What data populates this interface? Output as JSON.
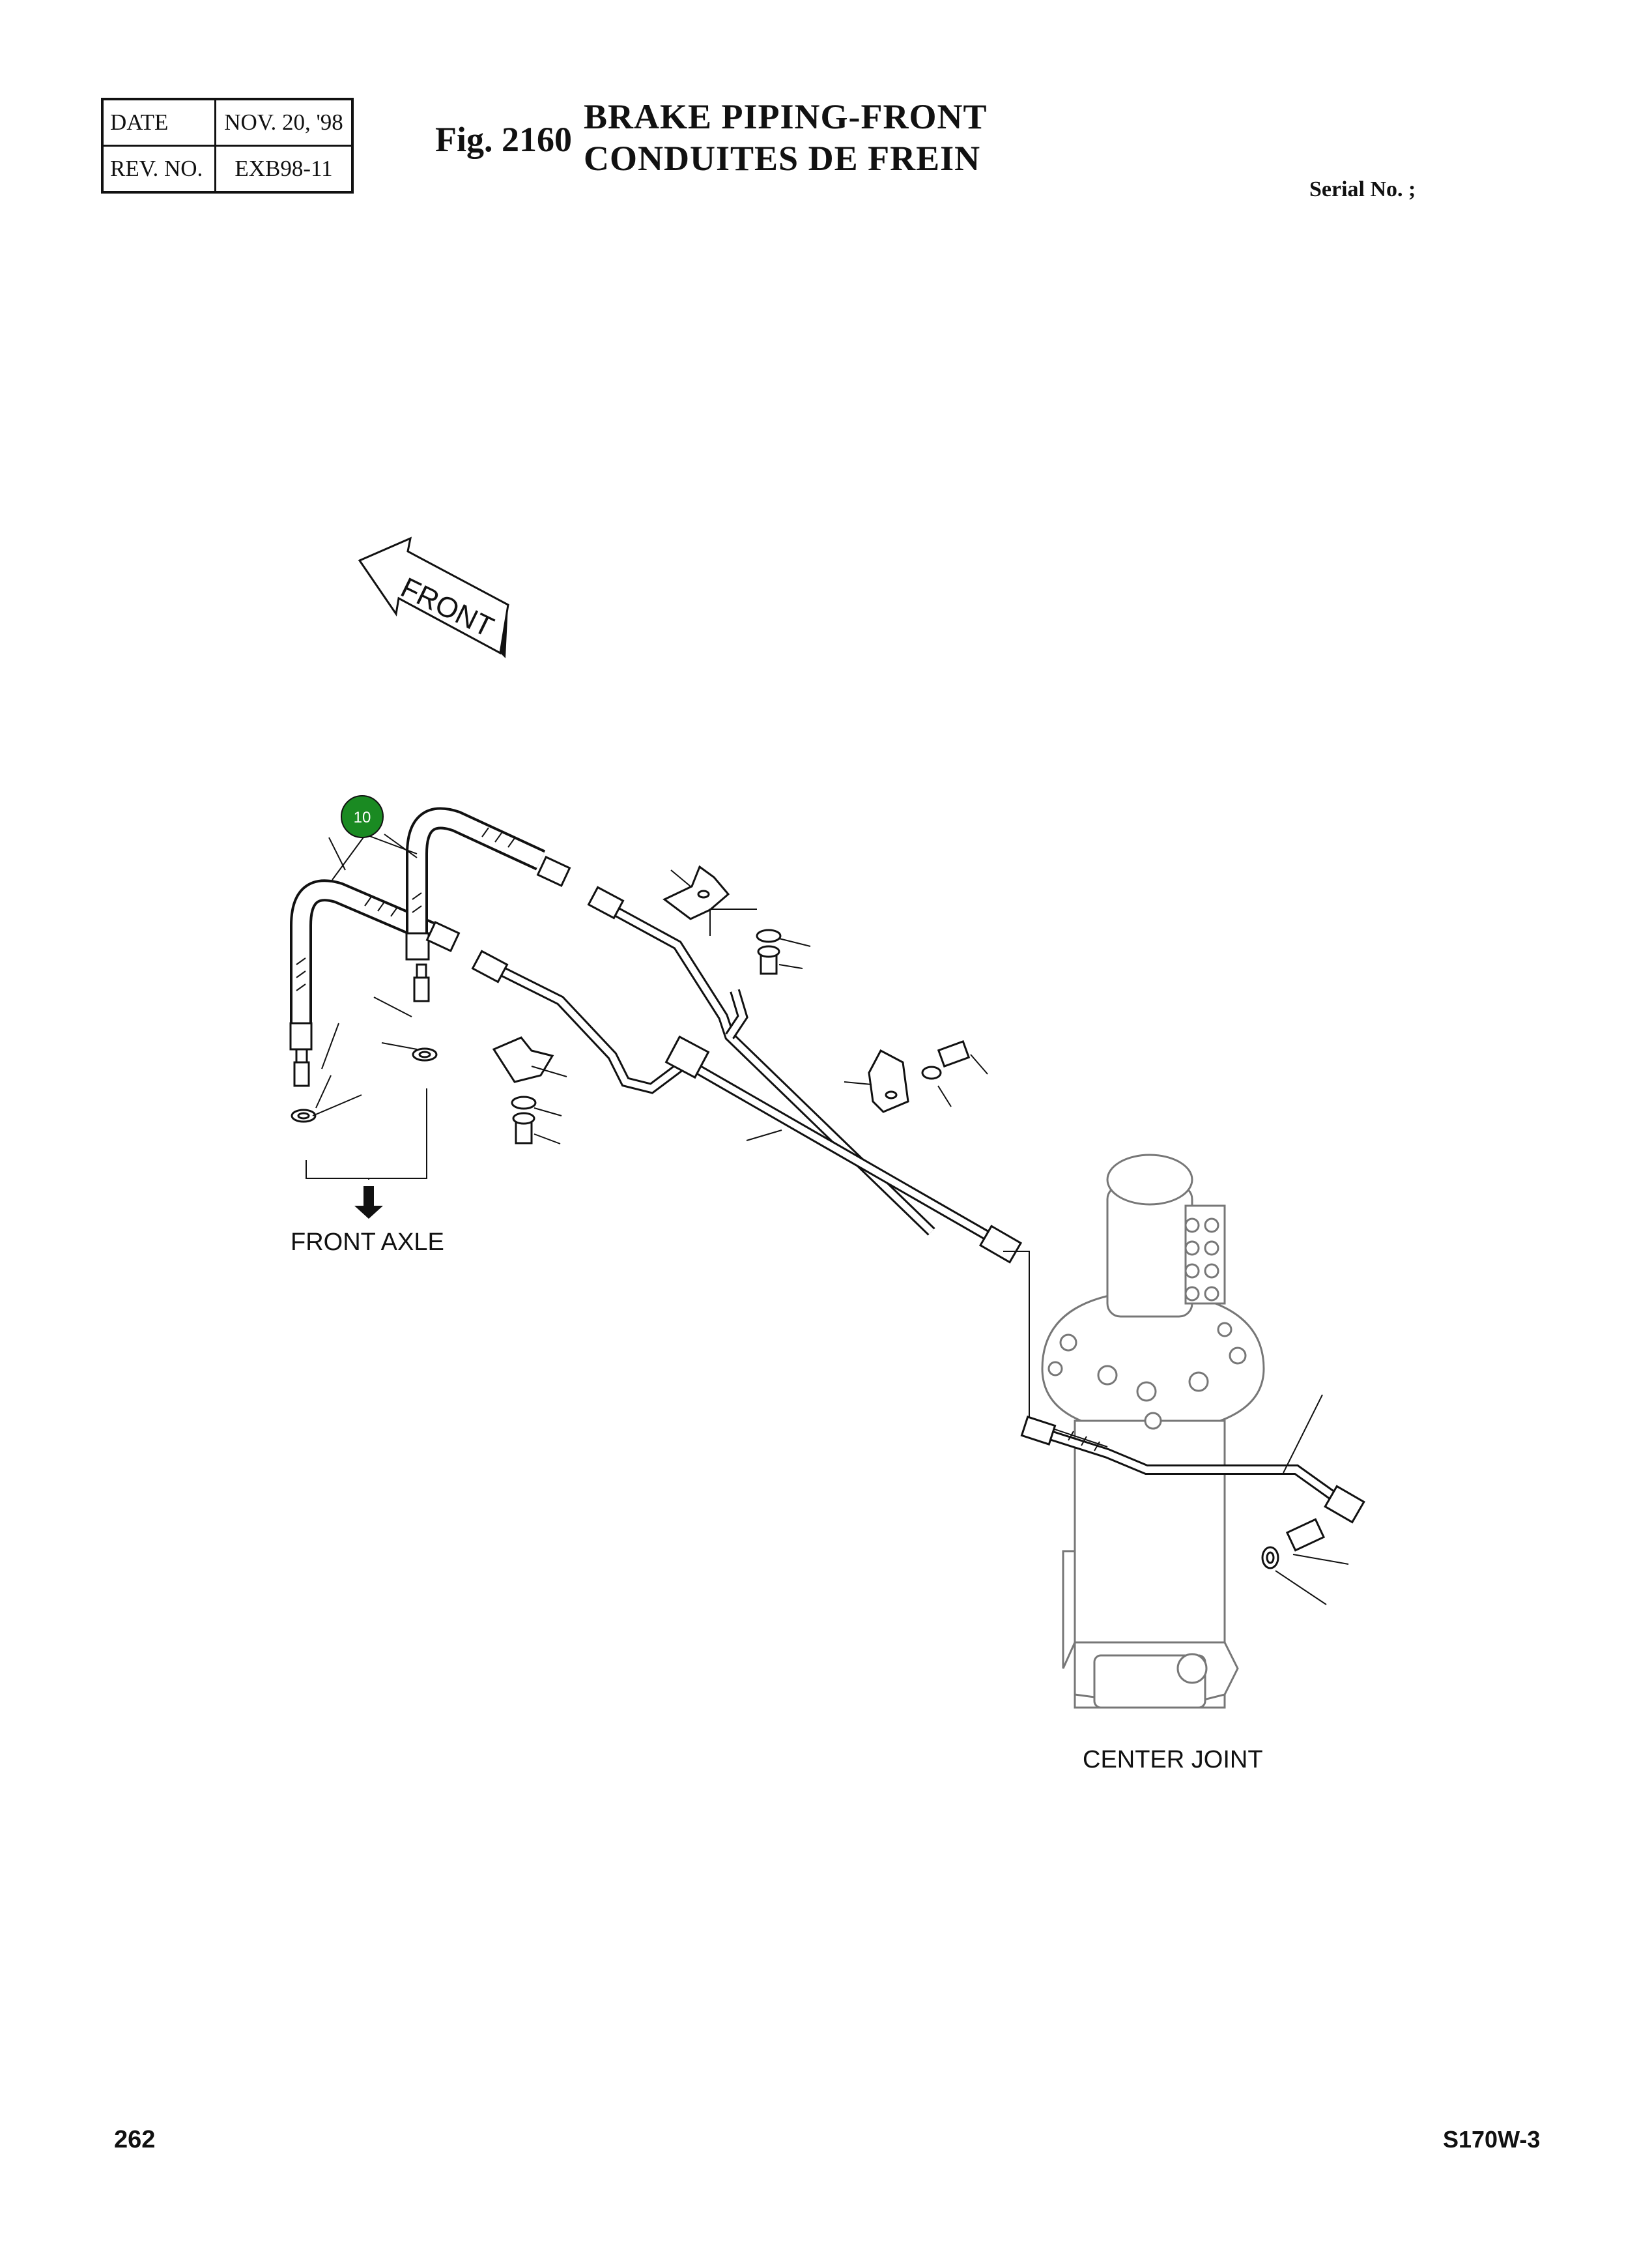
{
  "header": {
    "date_label": "DATE",
    "date_value": "NOV. 20, '98",
    "rev_label": "REV. NO.",
    "rev_value": "EXB98-11",
    "fig": "Fig. 2160",
    "title_en": "BRAKE PIPING-FRONT",
    "title_fr": "CONDUITES DE FREIN",
    "serial": "Serial No. ;"
  },
  "diagram": {
    "front_arrow": "FRONT",
    "front_axle": "FRONT AXLE",
    "center_joint": "CENTER JOINT",
    "callout": "10",
    "callout_color": "#1a8a22"
  },
  "footer": {
    "page": "262",
    "model": "S170W-3"
  }
}
